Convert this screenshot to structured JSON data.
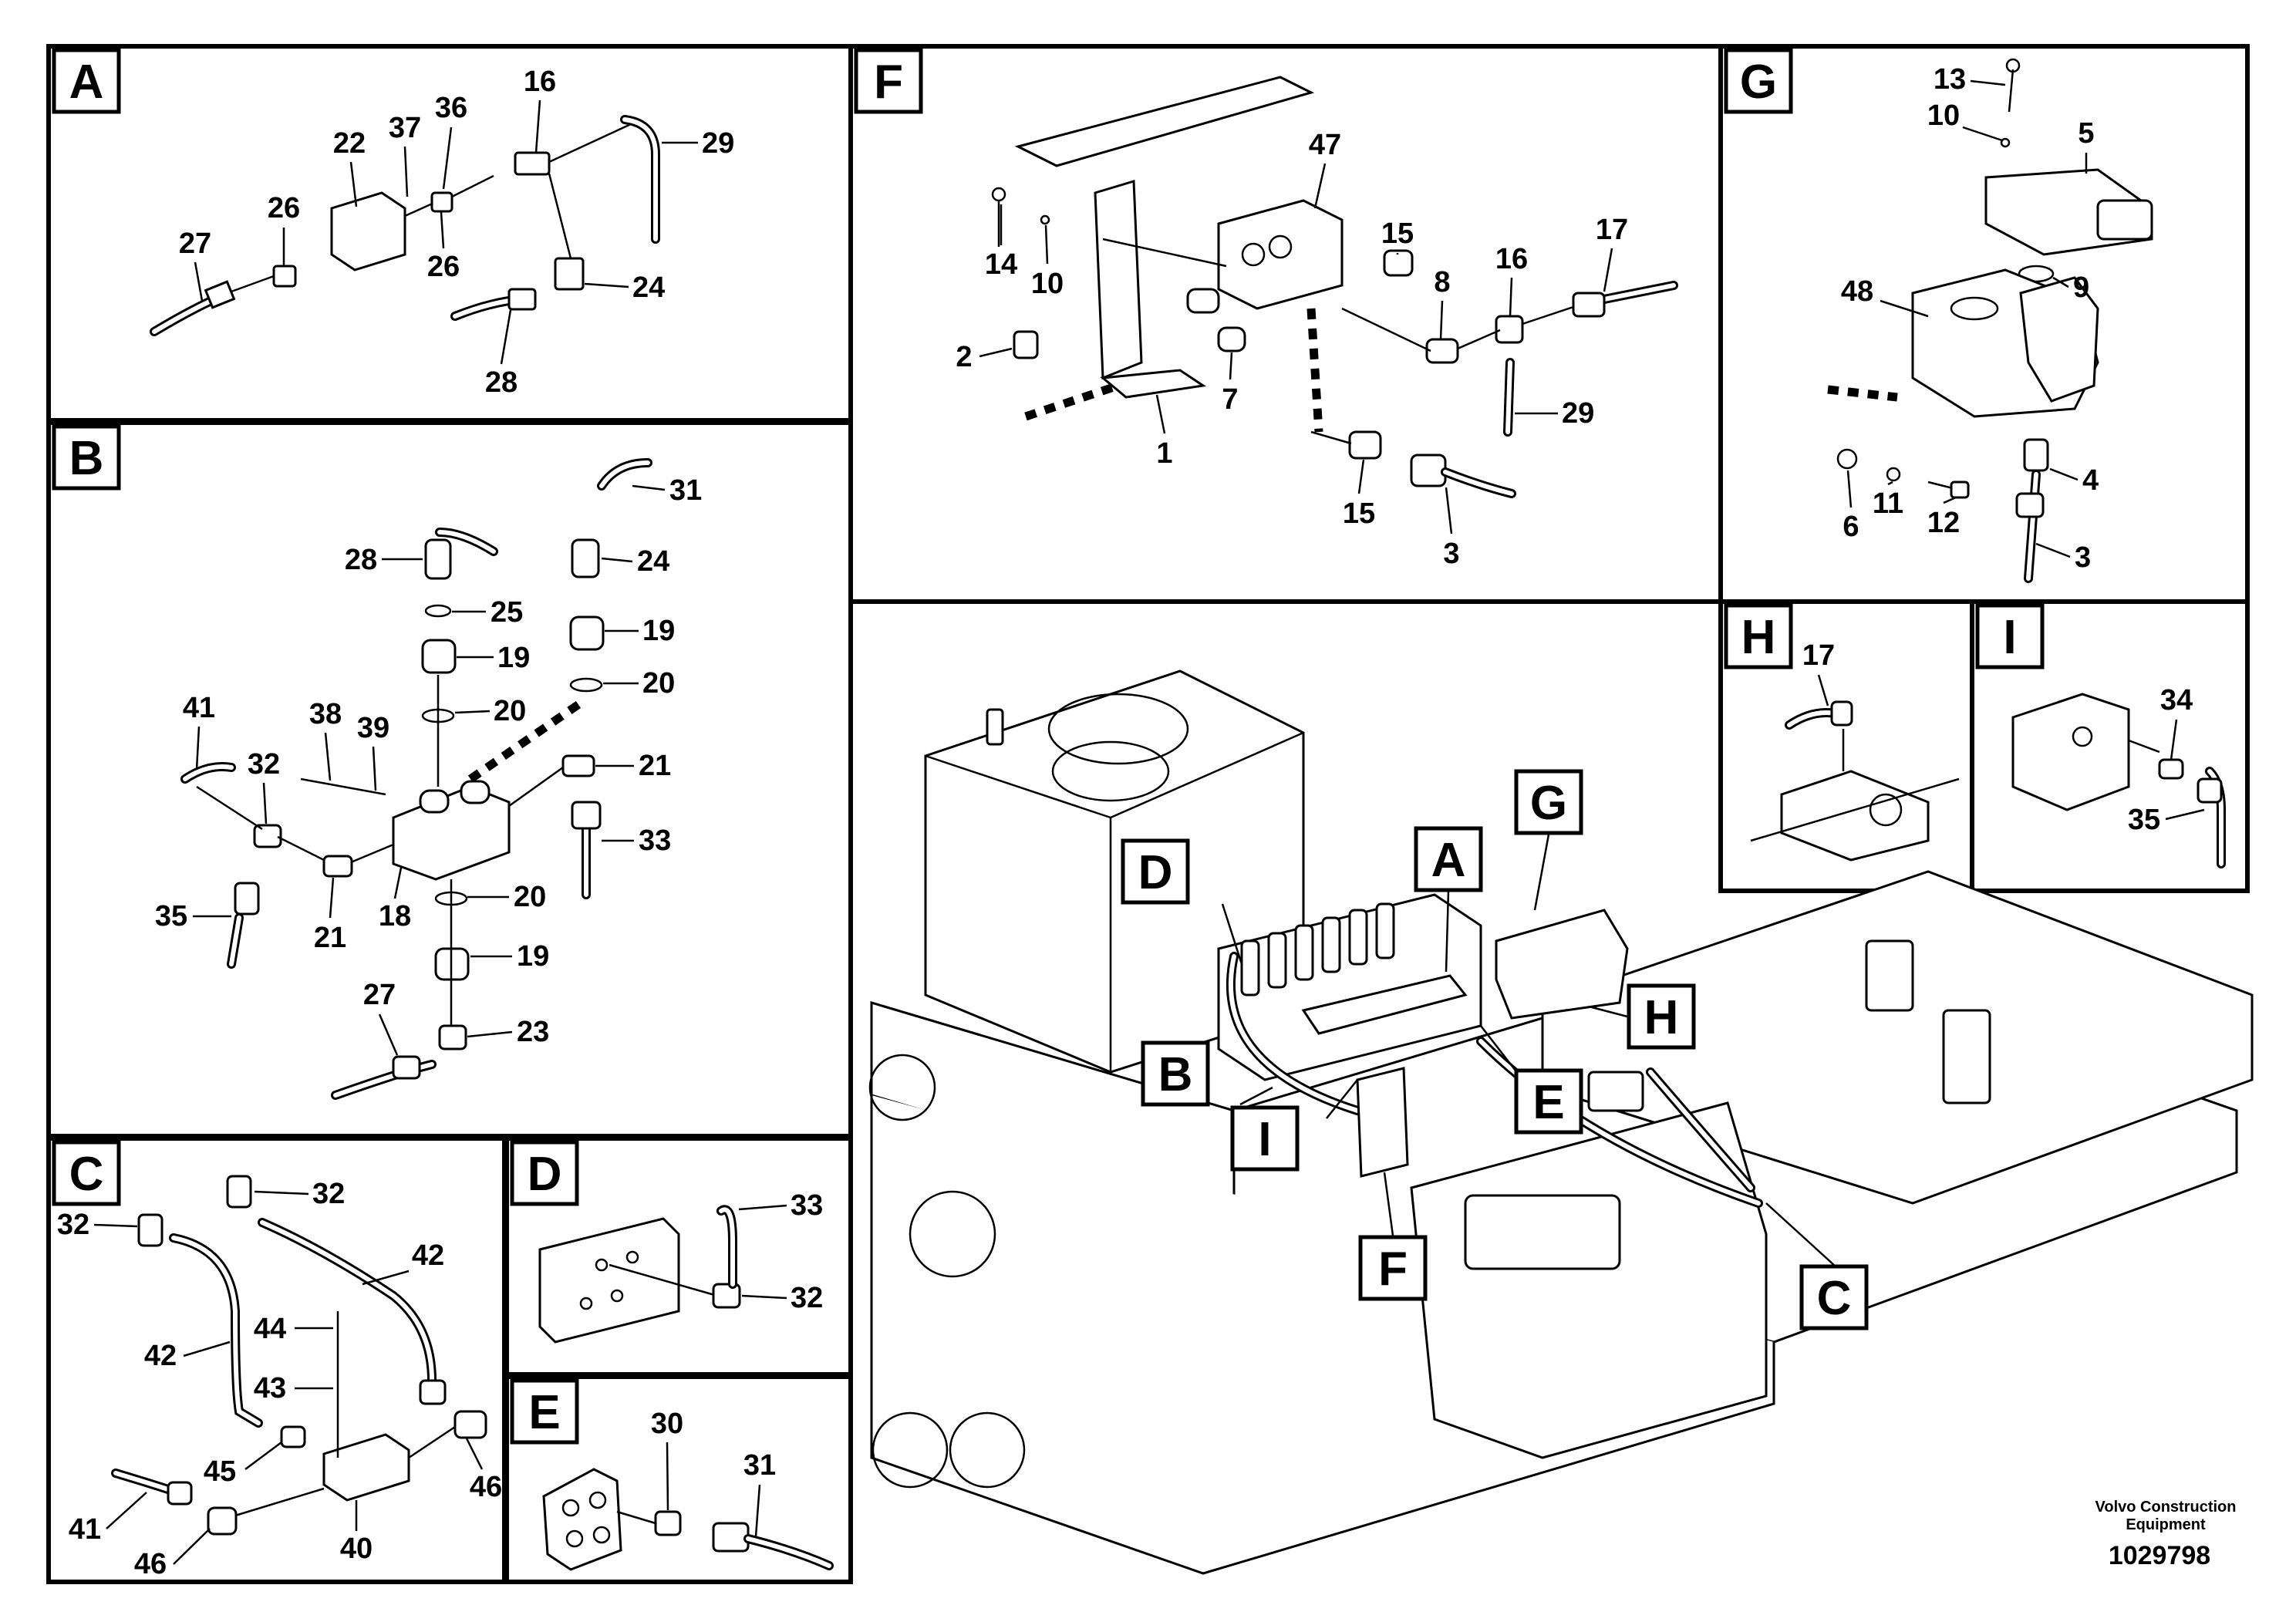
{
  "panels": {
    "A": {
      "tag": "A",
      "labels": [
        "22",
        "37",
        "36",
        "16",
        "29",
        "26",
        "26",
        "27",
        "24",
        "28"
      ]
    },
    "B": {
      "tag": "B",
      "labels": [
        "31",
        "28",
        "24",
        "25",
        "19",
        "19",
        "20",
        "20",
        "41",
        "38",
        "39",
        "32",
        "21",
        "33",
        "35",
        "21",
        "18",
        "20",
        "19",
        "27",
        "23"
      ]
    },
    "C": {
      "tag": "C",
      "labels": [
        "32",
        "32",
        "42",
        "42",
        "44",
        "43",
        "45",
        "46",
        "41",
        "46",
        "40"
      ]
    },
    "D": {
      "tag": "D",
      "labels": [
        "33",
        "32"
      ]
    },
    "E": {
      "tag": "E",
      "labels": [
        "30",
        "31"
      ]
    },
    "F": {
      "tag": "F",
      "labels": [
        "47",
        "14",
        "10",
        "15",
        "16",
        "17",
        "8",
        "2",
        "7",
        "29",
        "1",
        "15",
        "3"
      ]
    },
    "G": {
      "tag": "G",
      "labels": [
        "13",
        "10",
        "5",
        "48",
        "9",
        "4",
        "6",
        "11",
        "12",
        "3"
      ]
    },
    "H": {
      "tag": "H",
      "labels": [
        "17"
      ]
    },
    "I": {
      "tag": "I",
      "labels": [
        "34",
        "35"
      ]
    }
  },
  "overview": {
    "callouts": [
      "D",
      "A",
      "G",
      "B",
      "E",
      "H",
      "I",
      "F",
      "C"
    ]
  },
  "footer": {
    "maker_line1": "Volvo Construction",
    "maker_line2": "Equipment",
    "drawing_number": "1029798"
  }
}
